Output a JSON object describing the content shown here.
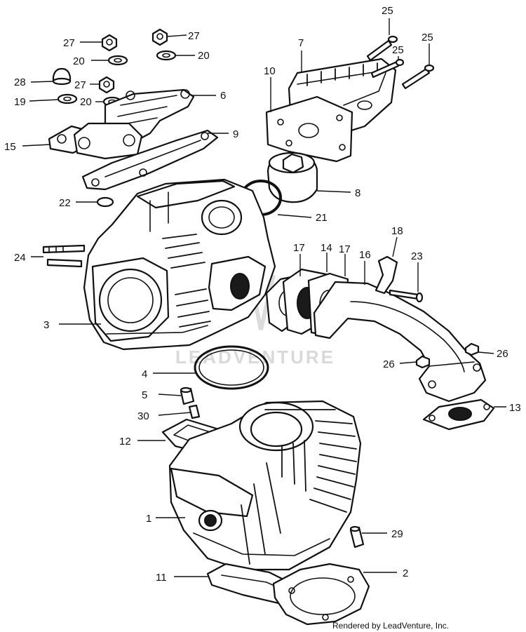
{
  "diagram": {
    "watermark": "LEADVENTURE",
    "credit": "Rendered by LeadVenture, Inc.",
    "callouts": {
      "c1": "1",
      "c2": "2",
      "c3": "3",
      "c4": "4",
      "c5": "5",
      "c6": "6",
      "c7": "7",
      "c8": "8",
      "c9": "9",
      "c10": "10",
      "c11": "11",
      "c12": "12",
      "c13": "13",
      "c14": "14",
      "c15": "15",
      "c16": "16",
      "c17a": "17",
      "c17b": "17",
      "c18": "18",
      "c19": "19",
      "c20a": "20",
      "c20b": "20",
      "c20c": "20",
      "c21": "21",
      "c22": "22",
      "c23": "23",
      "c24": "24",
      "c25a": "25",
      "c25b": "25",
      "c25c": "25",
      "c26a": "26",
      "c26b": "26",
      "c27a": "27",
      "c27b": "27",
      "c27c": "27",
      "c28": "28",
      "c29": "29",
      "c30": "30"
    }
  }
}
